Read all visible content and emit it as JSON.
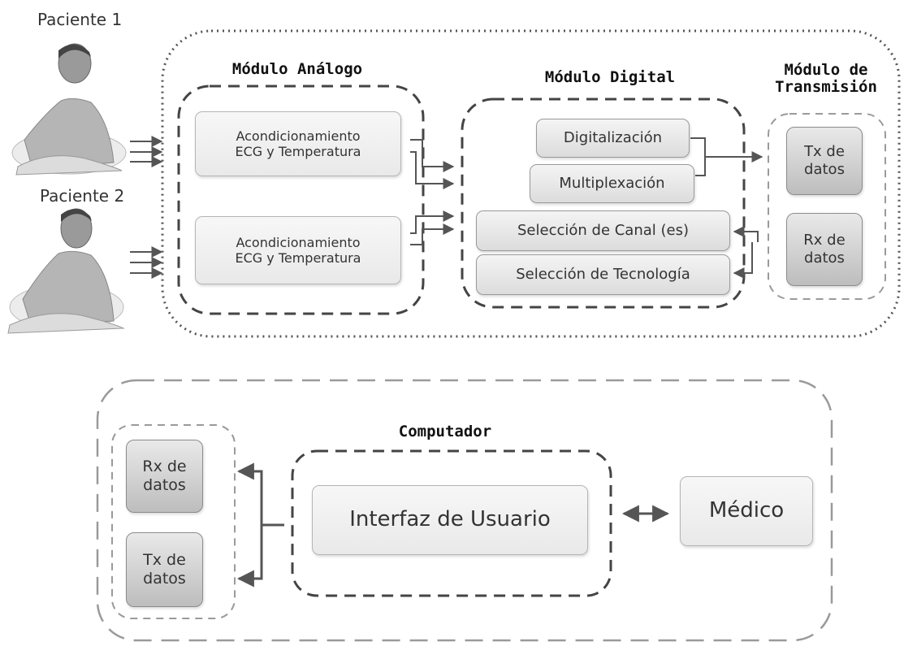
{
  "patients": [
    {
      "label": "Paciente 1"
    },
    {
      "label": "Paciente 2"
    }
  ],
  "modules": {
    "analog_title": "Módulo Análogo",
    "digital_title": "Módulo Digital",
    "transmission_title": "Módulo de\nTransmisión",
    "computer_title": "Computador"
  },
  "analog_blocks": [
    {
      "label": "Acondicionamiento\nECG y Temperatura"
    },
    {
      "label": "Acondicionamiento\nECG y Temperatura"
    }
  ],
  "digital_blocks": {
    "digitalizacion": "Digitalización",
    "multiplexacion": "Multiplexación",
    "seleccion_canal": "Selección de Canal (es)",
    "seleccion_tecnologia": "Selección de Tecnología"
  },
  "transmission_blocks": {
    "tx": "Tx de\ndatos",
    "rx": "Rx de\ndatos"
  },
  "computer_blocks": {
    "rx": "Rx de\ndatos",
    "tx": "Tx de\ndatos",
    "interfaz": "Interfaz de Usuario",
    "medico": "Médico"
  },
  "colors": {
    "line": "#555555",
    "dash": "#444444",
    "dash_light": "#9a9a9a",
    "box_fill": "#e6e6e6"
  }
}
